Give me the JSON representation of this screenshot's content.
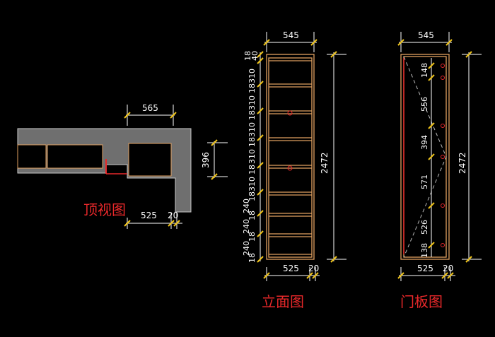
{
  "views": {
    "top": {
      "title": "顶视图",
      "dims": {
        "top": "565",
        "left": "396",
        "bottom": "525",
        "bottom_right": "20"
      }
    },
    "elevation": {
      "title": "立面图",
      "dims": {
        "width": "545",
        "height": "2472",
        "bottom": "525",
        "bottom_right": "20",
        "left_labels": [
          "18",
          "40",
          "310",
          "18",
          "310",
          "18",
          "310",
          "18",
          "310",
          "18",
          "310",
          "18",
          "310",
          "18",
          "240",
          "18",
          "240",
          "18",
          "240",
          "18"
        ]
      }
    },
    "door": {
      "title": "门板图",
      "dims": {
        "width": "545",
        "height": "2472",
        "bottom": "525",
        "bottom_right": "20",
        "inner_labels": [
          "148",
          "556",
          "394",
          "571",
          "526",
          "138"
        ]
      }
    }
  },
  "colors": {
    "background": "#000000",
    "title": "#e8282a",
    "dim_tick": "#f0c419",
    "cabinet": "#e0a060",
    "wall": "#6f6f6f"
  }
}
